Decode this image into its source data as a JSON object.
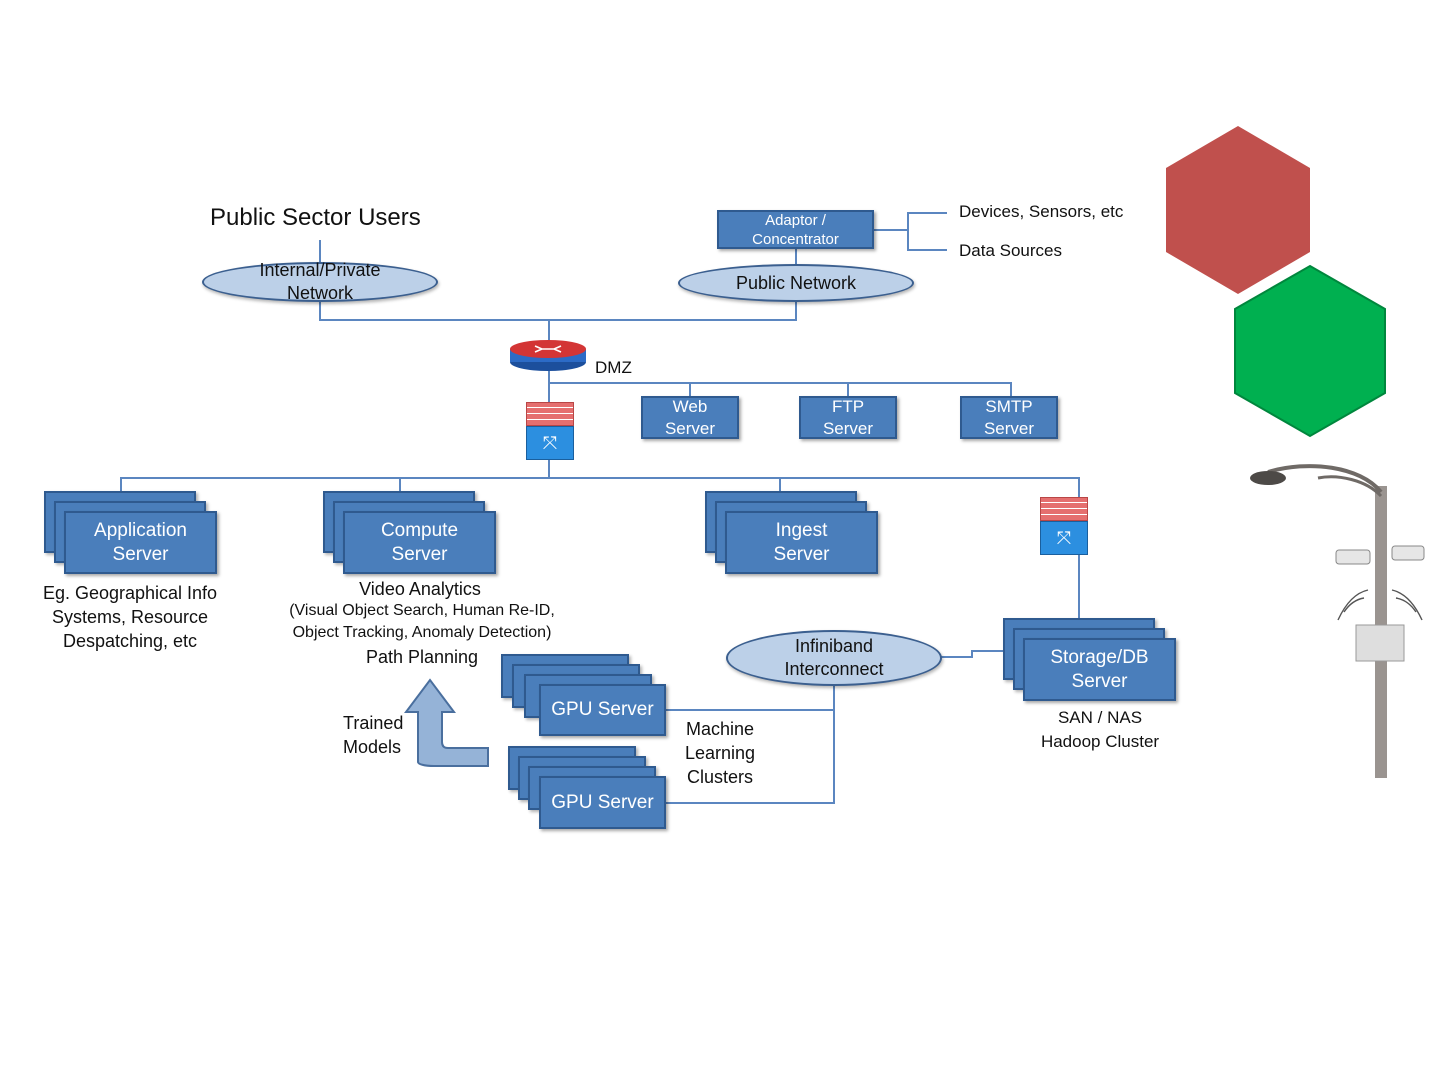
{
  "title": "Public Sector Users",
  "adaptor": {
    "line1": "Adaptor /",
    "line2": "Concentrator"
  },
  "sources": {
    "devices": "Devices, Sensors, etc",
    "data": "Data Sources"
  },
  "networks": {
    "private": {
      "line1": "Internal/Private",
      "line2": "Network"
    },
    "public": "Public Network"
  },
  "dmz": "DMZ",
  "dmz_servers": [
    {
      "line1": "Web",
      "line2": "Server"
    },
    {
      "line1": "FTP",
      "line2": "Server"
    },
    {
      "line1": "SMTP",
      "line2": "Server"
    }
  ],
  "servers": {
    "application": {
      "line1": "Application",
      "line2": "Server"
    },
    "compute": {
      "line1": "Compute",
      "line2": "Server"
    },
    "ingest": {
      "line1": "Ingest",
      "line2": "Server"
    },
    "storage": {
      "line1": "Storage/DB",
      "line2": "Server"
    },
    "gpu1": "GPU Server",
    "gpu2": "GPU Server"
  },
  "captions": {
    "application": [
      "Eg. Geographical Info",
      "Systems, Resource",
      "Despatching, etc"
    ],
    "compute_title": "Video Analytics",
    "compute_detail": [
      "(Visual Object Search, Human Re-ID,",
      "Object Tracking, Anomaly Detection)"
    ],
    "path_planning": "Path Planning",
    "storage": [
      "SAN / NAS",
      "Hadoop Cluster"
    ],
    "trained": [
      "Trained",
      "Models"
    ],
    "ml": [
      "Machine",
      "Learning",
      "Clusters"
    ]
  },
  "infiniband": {
    "line1": "Infiniband",
    "line2": "Interconnect"
  },
  "colors": {
    "box_fill": "#4a7ebb",
    "oval_fill": "#bcd0e8",
    "line": "#5b86c0",
    "hex_red": "#c0504d",
    "hex_green": "#00b050"
  },
  "icons": [
    "router-icon",
    "firewall-icon",
    "streetlight-camera-icon",
    "up-arrow-icon"
  ]
}
